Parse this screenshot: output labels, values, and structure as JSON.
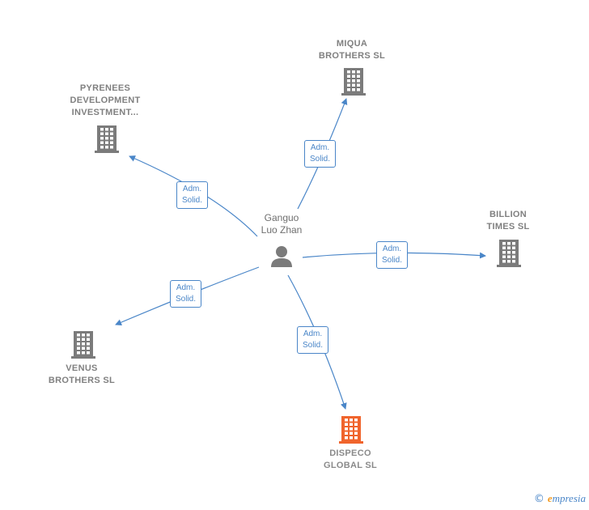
{
  "center": {
    "name": "Ganguo\nLuo Zhan"
  },
  "companies": {
    "miqua": "MIQUA\nBROTHERS  SL",
    "pyrenees": "PYRENEES\nDEVELOPMENT\nINVESTMENT...",
    "billion": "BILLION\nTIMES  SL",
    "venus": "VENUS\nBROTHERS  SL",
    "dispeco": "DISPECO\nGLOBAL  SL"
  },
  "edges": {
    "miqua": "Adm.\nSolid.",
    "pyrenees": "Adm.\nSolid.",
    "billion": "Adm.\nSolid.",
    "venus": "Adm.\nSolid.",
    "dispeco": "Adm.\nSolid."
  },
  "footer": {
    "copyright": "©",
    "brand_e": "e",
    "brand_rest": "mpresia"
  },
  "colors": {
    "edge": "#4a86c8",
    "building": "#7b7b7b",
    "building_highlight": "#f0642c",
    "person": "#7b7b7b"
  }
}
